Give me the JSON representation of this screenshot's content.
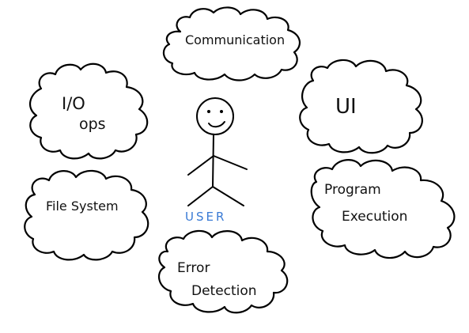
{
  "diagram": {
    "user": {
      "label": "USER",
      "label_color": "#3a7bd5"
    },
    "clouds": {
      "communication": {
        "line1": "Communication"
      },
      "io_ops": {
        "line1": "I/O",
        "line2": "ops"
      },
      "ui": {
        "line1": "UI"
      },
      "file_system": {
        "line1": "File System"
      },
      "program_execution": {
        "line1": "Program",
        "line2": "Execution"
      },
      "error_detection": {
        "line1": "Error",
        "line2": "Detection"
      }
    }
  }
}
